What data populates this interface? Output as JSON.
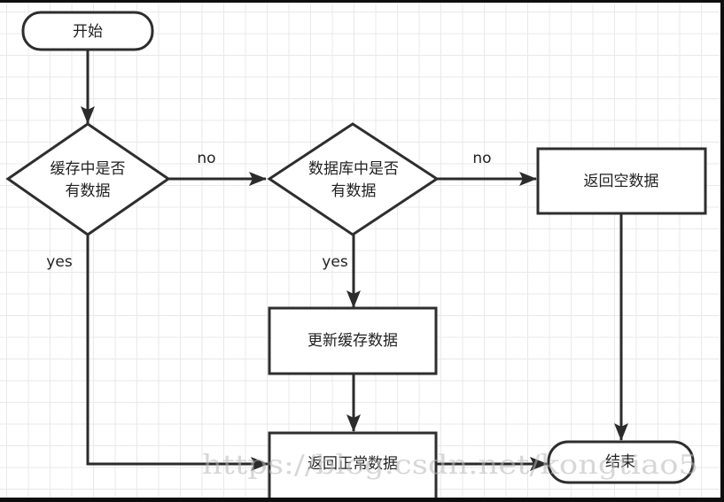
{
  "diagram": {
    "nodes": {
      "start": {
        "label": "开始",
        "shape": "terminator"
      },
      "cache_check": {
        "lines": [
          "缓存中是否",
          "有数据"
        ],
        "shape": "decision"
      },
      "db_check": {
        "lines": [
          "数据库中是否",
          "有数据"
        ],
        "shape": "decision"
      },
      "return_empty": {
        "label": "返回空数据",
        "shape": "process"
      },
      "update_cache": {
        "label": "更新缓存数据",
        "shape": "process"
      },
      "return_normal": {
        "label": "返回正常数据",
        "shape": "process"
      },
      "end": {
        "label": "结束",
        "shape": "terminator"
      }
    },
    "edges": [
      {
        "from": "start",
        "to": "cache_check",
        "label": ""
      },
      {
        "from": "cache_check",
        "to": "db_check",
        "label": "no"
      },
      {
        "from": "cache_check",
        "to": "return_normal",
        "label": "yes"
      },
      {
        "from": "db_check",
        "to": "return_empty",
        "label": "no"
      },
      {
        "from": "db_check",
        "to": "update_cache",
        "label": "yes"
      },
      {
        "from": "update_cache",
        "to": "return_normal",
        "label": ""
      },
      {
        "from": "return_empty",
        "to": "end",
        "label": ""
      },
      {
        "from": "return_normal",
        "to": "end",
        "label": ""
      }
    ],
    "edge_labels": {
      "cache_no": "no",
      "cache_yes": "yes",
      "db_no": "no",
      "db_yes": "yes"
    }
  },
  "watermark": "https://blog.csdn.net/kongtiao5"
}
